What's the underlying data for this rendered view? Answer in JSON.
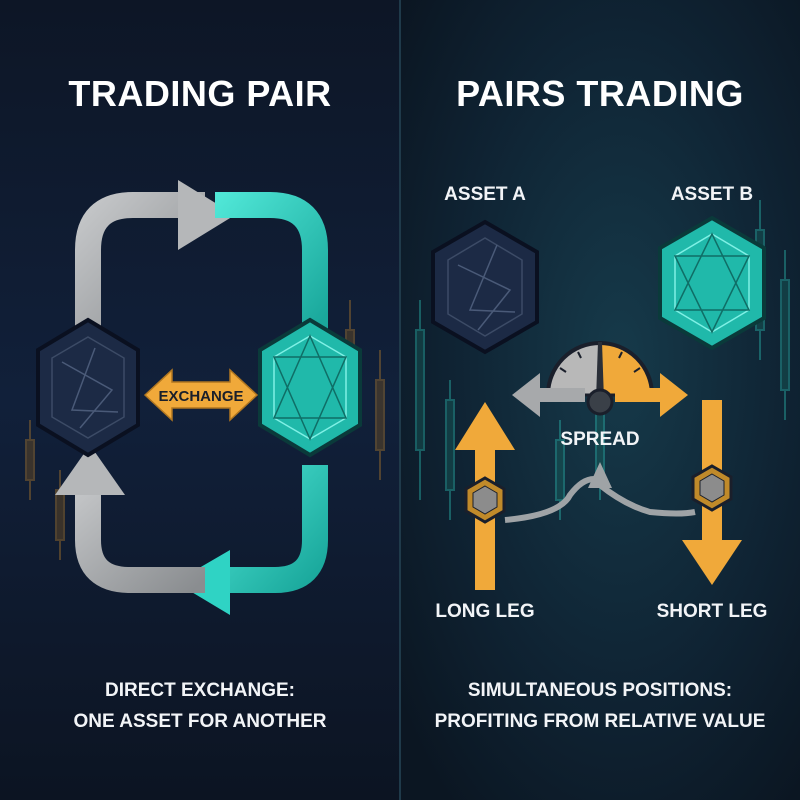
{
  "colors": {
    "background_left": "#0f1b2e",
    "background_right": "#0f2232",
    "teal": "#2fd3c4",
    "gray": "#a7a9ab",
    "orange": "#f0a93a",
    "navy_hex": "#1c2a45",
    "text": "#ffffff"
  },
  "left_panel": {
    "title": "TRADING PAIR",
    "exchange_label": "EXCHANGE",
    "caption_line1": "DIRECT EXCHANGE:",
    "caption_line2": "ONE ASSET FOR ANOTHER",
    "icons": [
      "hexagon-navy-icon",
      "hexagon-teal-icon",
      "double-arrow-icon",
      "cycle-arrow-icon"
    ]
  },
  "right_panel": {
    "title": "PAIRS TRADING",
    "asset_a_label": "ASSET A",
    "asset_b_label": "ASSET B",
    "spread_label": "SPREAD",
    "long_leg_label": "LONG LEG",
    "short_leg_label": "SHORT LEG",
    "caption_line1": "SIMULTANEOUS POSITIONS:",
    "caption_line2": "PROFITING FROM RELATIVE VALUE",
    "icons": [
      "hexagon-navy-icon",
      "hexagon-teal-icon",
      "gauge-icon",
      "up-arrow-icon",
      "down-arrow-icon"
    ]
  }
}
